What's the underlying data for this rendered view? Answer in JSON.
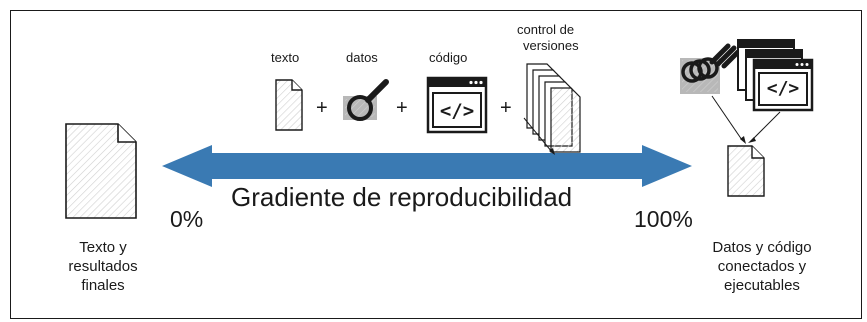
{
  "labels": {
    "texto": "texto",
    "datos": "datos",
    "codigo": "código",
    "control_versiones_1": "control de",
    "control_versiones_2": "versiones",
    "left_caption_1": "Texto y",
    "left_caption_2": "resultados",
    "left_caption_3": "finales",
    "right_caption_1": "Datos y código",
    "right_caption_2": "conectados y",
    "right_caption_3": "ejecutables",
    "pct_low": "0%",
    "pct_high": "100%",
    "gradient_title": "Gradiente de reproducibilidad",
    "plus": "+",
    "code_glyph": "</>"
  },
  "colors": {
    "arrow": "#3a7ab3",
    "ink": "#1a1a1a",
    "hatch": "#c9c9c9"
  },
  "icons": [
    "document-icon",
    "magnifier-data-icon",
    "code-window-icon",
    "versioned-documents-icon"
  ]
}
